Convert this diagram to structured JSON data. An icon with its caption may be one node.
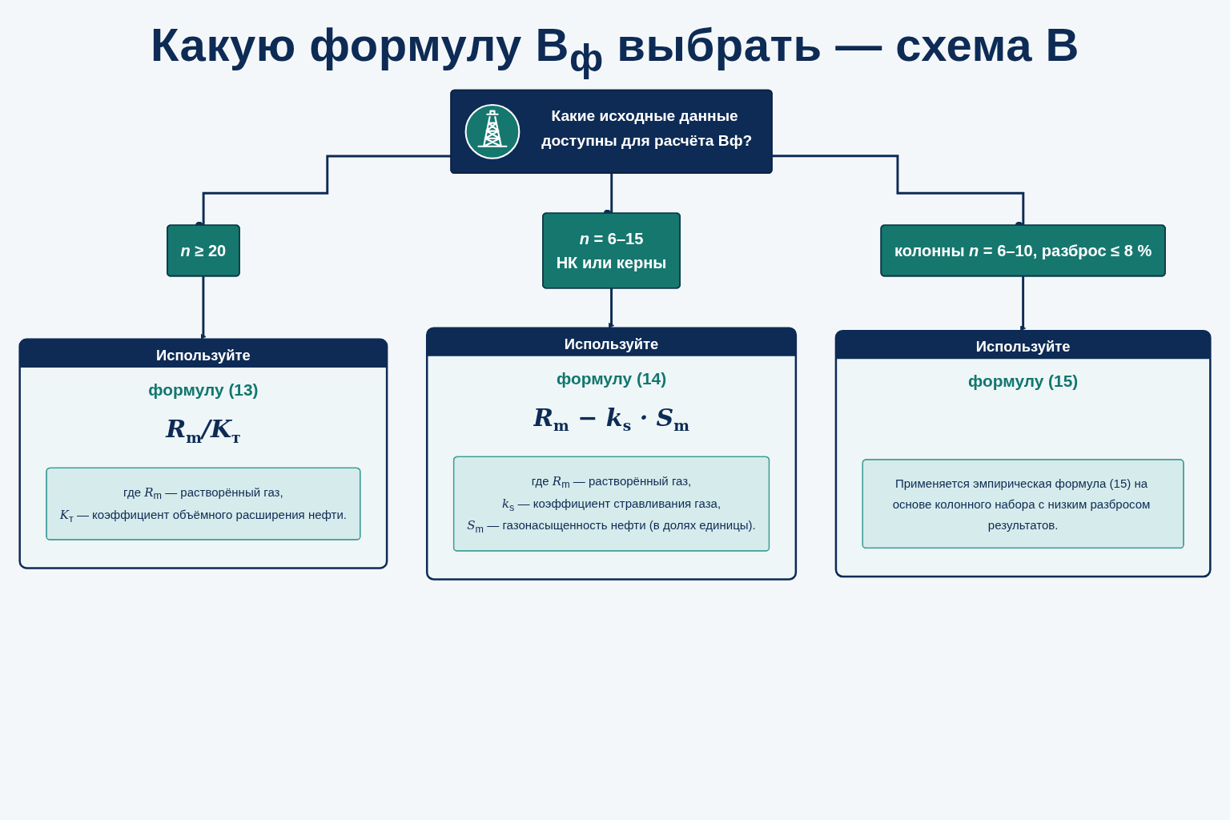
{
  "diagram": {
    "title": "Какую формулу В$_{ф}$ выбрать — схема В",
    "nodes": [
      {
        "text": [
          "Какие исходные данные доступны для расчёта Вф?"
        ]
      },
      {
        "text": [
          "*n* ≥ 20"
        ]
      },
      {
        "text": [
          "*n* = 6–15",
          "НК или керны"
        ]
      },
      {
        "text": [
          "колонны *n* = 6–10, разброс ≤ 8 %"
        ]
      },
      {
        "text": [
          "Используйте",
          "формулу (13)",
          "R$_{m}$/K$_{т}$"
        ]
      },
      {
        "text": [
          "где *R*$_{m}$ — растворённый газ,",
          "*K*$_{т}$ — коэффициент объёмного расширения нефти."
        ],
        "in": 4
      },
      {
        "text": [
          "Используйте",
          "формулу (14)",
          "R$_{m}$ − k$_{s}$ · S$_{m}$"
        ]
      },
      {
        "text": [
          "где *R*$_{m}$ — растворённый газ,",
          "*k*$_{s}$ — коэффициент стравливания газа,",
          "*S*$_{m}$ — газонасыщенность нефти (в долях единицы)."
        ],
        "in": 6
      },
      {
        "text": [
          "Используйте",
          "формулу (15)"
        ]
      },
      {
        "text": [
          "Применяется эмпирическая формула (15) на основе колонного набора с низким разбросом результатов."
        ],
        "in": 8
      }
    ],
    "edges": [
      {
        "from": 0,
        "to": 1,
        "arrow": "other"
      },
      {
        "from": 0,
        "to": 2,
        "arrow": "other"
      },
      {
        "from": 0,
        "to": 3,
        "arrow": "other"
      },
      {
        "from": 1,
        "to": 4,
        "arrow": "to"
      },
      {
        "from": 2,
        "to": 6,
        "arrow": "to"
      },
      {
        "from": 3,
        "to": 8,
        "arrow": "to"
      }
    ]
  }
}
